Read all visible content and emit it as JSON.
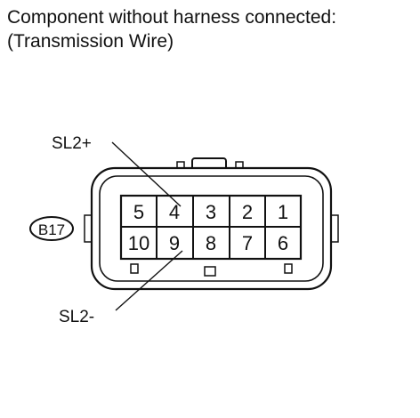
{
  "title": {
    "line1": "Component without harness connected:",
    "line2": "(Transmission Wire)"
  },
  "connector": {
    "id": "B17",
    "pins_top": [
      "5",
      "4",
      "3",
      "2",
      "1"
    ],
    "pins_bottom": [
      "10",
      "9",
      "8",
      "7",
      "6"
    ]
  },
  "callouts": {
    "sl2_plus": "SL2+",
    "sl2_minus": "SL2-"
  }
}
